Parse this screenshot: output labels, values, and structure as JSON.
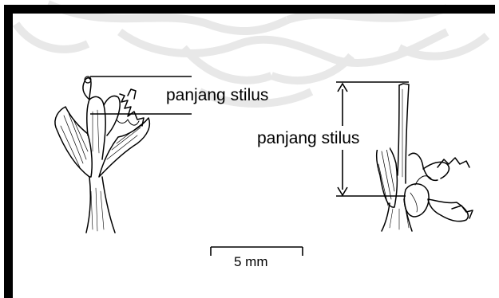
{
  "figure": {
    "labels": {
      "left_style_length": "panjang stilus",
      "right_style_length": "panjang stilus"
    },
    "scale_bar": {
      "label": "5 mm"
    }
  },
  "colors": {
    "ink": "#000000",
    "watermark": "#e6e6e6",
    "background": "#ffffff"
  }
}
